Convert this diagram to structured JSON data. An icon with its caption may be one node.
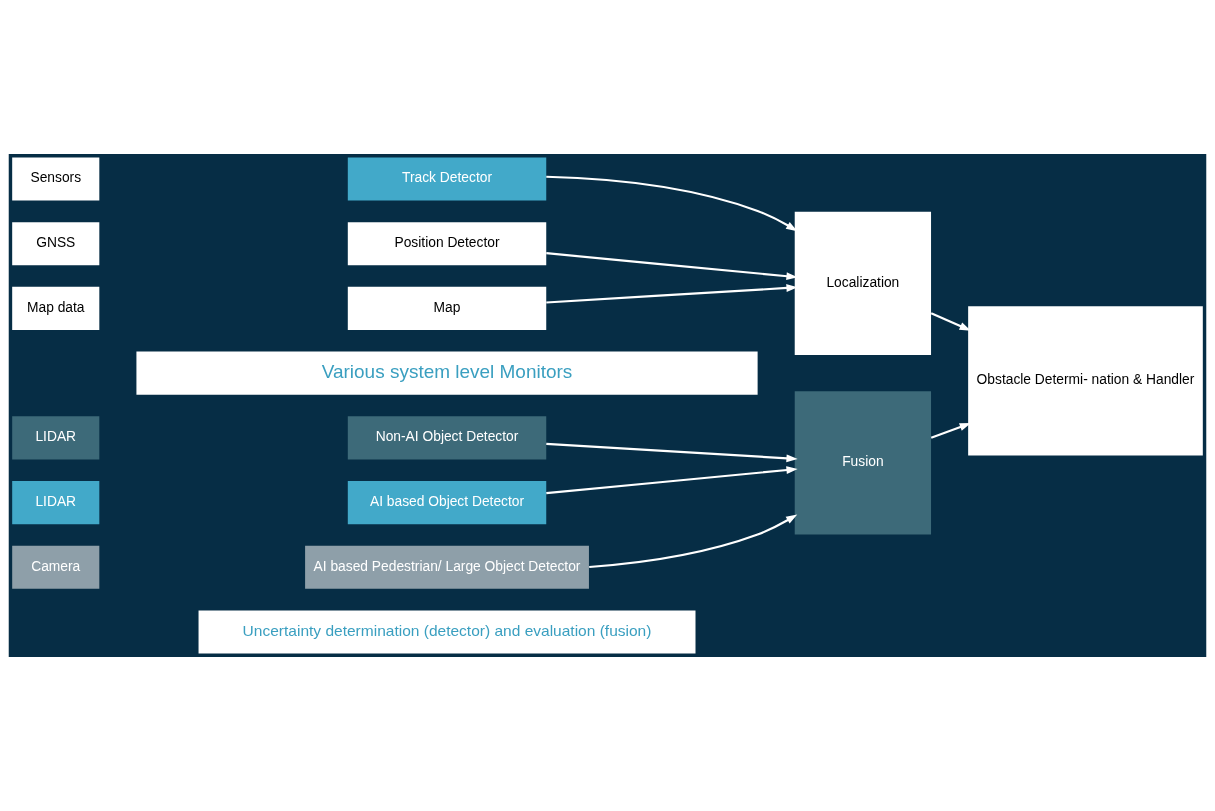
{
  "diagram": {
    "nodes": [
      {
        "text": [
          "Various system level Monitors"
        ]
      },
      {
        "text": [
          "LIDAR"
        ]
      },
      {
        "text": [
          "Non-AI Object Detector"
        ]
      },
      {
        "text": [
          "LIDAR"
        ]
      },
      {
        "text": [
          "AI based Object Detector"
        ]
      },
      {
        "text": [
          "Camera"
        ]
      },
      {
        "text": [
          "AI based Pedestrian/ Large Object Detector"
        ]
      },
      {
        "text": [
          "Fusion"
        ]
      },
      {
        "text": [
          "Obstacle Determi- nation & Handler"
        ]
      },
      {
        "text": [
          "Uncertainty determination (detector) and evaluation (fusion)"
        ]
      },
      {
        "text": [
          "Sensors"
        ]
      },
      {
        "text": [
          "Track Detector"
        ]
      },
      {
        "text": [
          "GNSS"
        ]
      },
      {
        "text": [
          "Position Detector"
        ]
      },
      {
        "text": [
          "Map data"
        ]
      },
      {
        "text": [
          "Map"
        ]
      },
      {
        "text": [
          "Localization"
        ]
      }
    ],
    "edges": [
      {
        "from": 2,
        "to": 7,
        "arrow": "to"
      },
      {
        "from": 4,
        "to": 7,
        "arrow": "to"
      },
      {
        "from": 6,
        "to": 7,
        "arrow": "to"
      },
      {
        "from": 7,
        "to": 8,
        "arrow": "to"
      },
      {
        "from": 11,
        "to": 16,
        "arrow": "to"
      },
      {
        "from": 13,
        "to": 16,
        "arrow": "to"
      },
      {
        "from": 15,
        "to": 16,
        "arrow": "to"
      },
      {
        "from": 16,
        "to": 8,
        "arrow": "to"
      }
    ]
  }
}
